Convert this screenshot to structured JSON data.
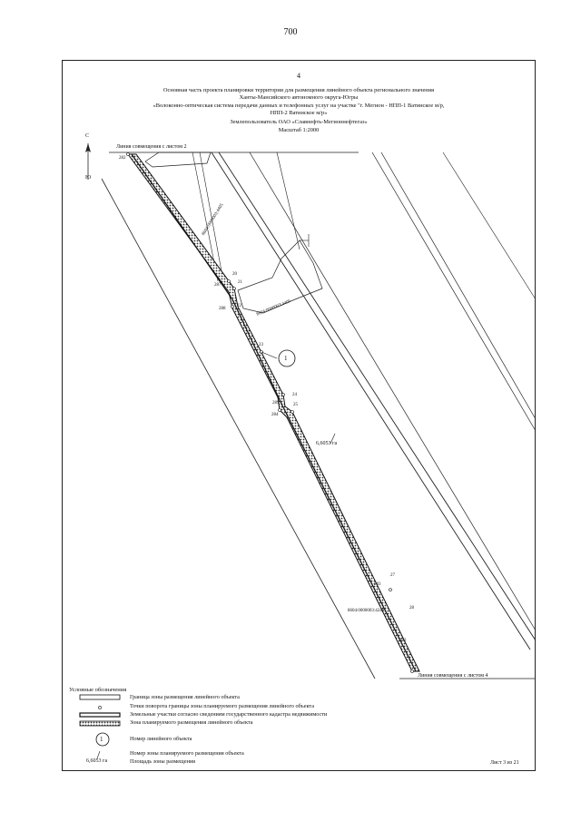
{
  "page": {
    "number": "700",
    "sheet_no": "4"
  },
  "header": {
    "lines": [
      "Основная часть проекта планировки территории для размещения линейного объекта регионального значения",
      "Ханты-Мансийского автономного округа-Югры",
      "«Волоконно-оптическая система передачи данных и телефонных услуг на участке \"г. Мегион - НПП-1 Ватинское м/р,",
      "НПП-2 Ватинское м/р»",
      "Землепользователь ОАО «Славнефть-Мегионнефтегаз»",
      "Масштаб 1:2000"
    ]
  },
  "map": {
    "north_label": "С",
    "south_label": "Ю",
    "match_line_top": "Линия совмещения с листом 2",
    "match_line_bottom": "Линия совмещения с листом 4",
    "parcels": [
      "8604:0000003:4405",
      "8604:0000003:4405",
      "8604:0000003:4249"
    ],
    "point_labels": [
      "282",
      "20",
      "21",
      "287",
      "22",
      "288",
      "23",
      "24",
      "289",
      "25",
      "284",
      "27",
      "283",
      "28",
      "282"
    ],
    "object_number": "1",
    "zone_area": "6,6053 га"
  },
  "legend": {
    "title": "Условные обозначения",
    "items": [
      "Граница зоны размещения линейного объекта",
      "Точки поворота границы зоны планируемого размещения линейного объекта",
      "Земельные участки согласно сведениям государственного кадастра недвижимости",
      "Зона планируемого размещения линейного объекта",
      "Номер линейного объекта",
      "Номер зоны планируемого размещения объекта",
      "Площадь зоны размещения"
    ],
    "sample_number": "1",
    "sample_area": "6,6053 га"
  },
  "footer": {
    "sheet_label": "Лист 3 из 21"
  }
}
